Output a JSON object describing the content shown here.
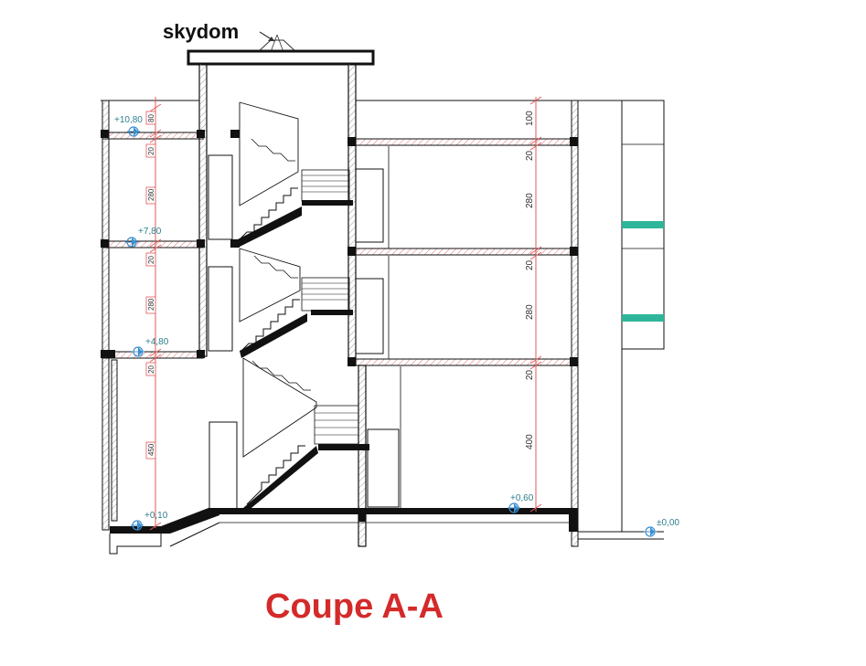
{
  "title": {
    "skylight": "skydom",
    "caption": "Coupe A-A"
  },
  "colors": {
    "caption": "#d42a2a",
    "dimension_line": "#e05a5a",
    "level_marker": "#3a8fd0",
    "level_text": "#2f7f8f",
    "glazing": "#2fb59a",
    "structure": "#111111"
  },
  "levels": {
    "roof": "+10,80",
    "second": "+7,80",
    "first": "+4,80",
    "ground_left": "+0,10",
    "ground_right": "+0,60",
    "street": "±0,00"
  },
  "dims_left": {
    "parapet": "80",
    "slab_top": "20",
    "storey_top": "280",
    "slab_mid": "20",
    "storey_mid": "280",
    "slab_low": "20",
    "storey_low": "450"
  },
  "dims_right": {
    "parapet": "100",
    "slab_top": "20",
    "storey_top": "280",
    "slab_mid": "20",
    "storey_mid": "280",
    "slab_low": "20",
    "storey_low": "400"
  },
  "icons": {
    "level_marker": "level-target-icon",
    "skylight": "skylight-dome-icon"
  }
}
